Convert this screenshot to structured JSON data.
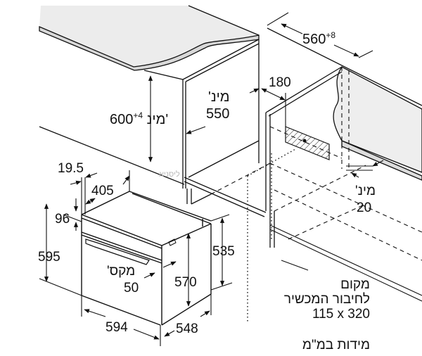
{
  "diagram": {
    "title": "Built-in oven installation dimensions",
    "units_note": "מידות במ\"מ",
    "watermark": "ליסניא",
    "colors": {
      "line": "#111111",
      "countertop_fill": "#ececec",
      "countertop_edge": "#d6d6d6",
      "wall_fill": "#eeeeee",
      "background": "#ffffff"
    },
    "cabinet": {
      "width_label": "560",
      "width_tolerance": "+8",
      "height_label": "600",
      "height_tolerance": "+4",
      "height_prefix": "מינ'",
      "depth_prefix": "מינ'",
      "depth_label": "550",
      "rear_gap_label": "180",
      "bottom_gap_prefix": "מינ'",
      "bottom_gap_label": "20"
    },
    "oven": {
      "top_offset_label": "19.5",
      "top_depth_label": "405",
      "control_panel_label": "96",
      "total_height_label": "595",
      "door_projection_prefix": "מקס'",
      "door_projection_label": "50",
      "body_height_label": "570",
      "side_height_label": "535",
      "width_label": "594",
      "depth_label": "548"
    },
    "connection": {
      "line1": "מקום",
      "line2": "לחיבור המכשיר",
      "line3": "115 x 320"
    }
  }
}
